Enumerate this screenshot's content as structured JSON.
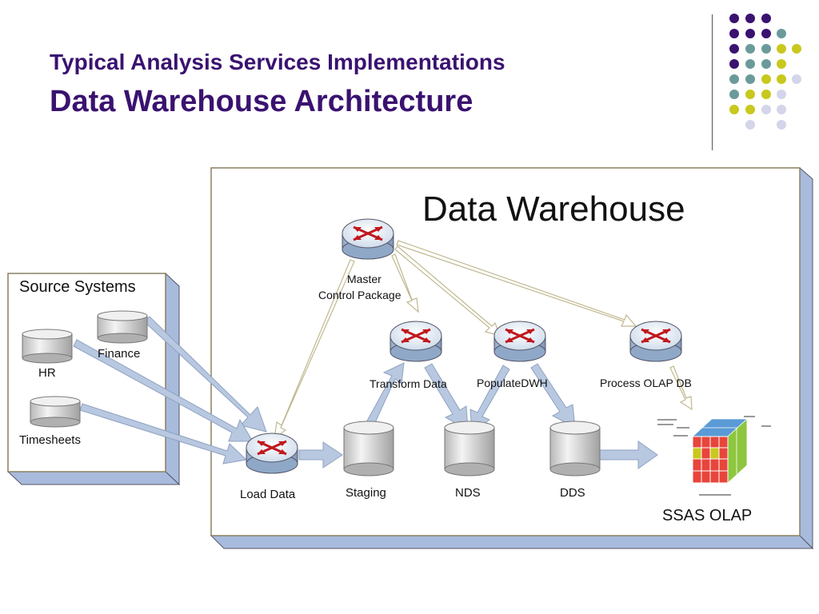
{
  "slide": {
    "title_line1": "Typical Analysis Services Implementations",
    "title_line2": "Data Warehouse Architecture"
  },
  "source_box": {
    "title": "Source Systems",
    "items": [
      "HR",
      "Finance",
      "Timesheets"
    ]
  },
  "warehouse_box": {
    "title": "Data Warehouse"
  },
  "packages": {
    "master": [
      "Master",
      "Control Package"
    ],
    "load": "Load Data",
    "transform": "Transform Data",
    "populate": "PopulateDWH",
    "process": "Process OLAP DB"
  },
  "stores": {
    "staging": "Staging",
    "nds": "NDS",
    "dds": "DDS"
  },
  "olap": {
    "label": "SSAS OLAP"
  },
  "colors": {
    "title": "#3a1270",
    "purple_dot": "#3a1270",
    "teal_dot": "#6b9a9a",
    "yellow_dot": "#c8c81e",
    "lilac_dot": "#d4d4ea",
    "flow_arrow": "#b8c8e0",
    "router_arrow": "#c0181e"
  }
}
